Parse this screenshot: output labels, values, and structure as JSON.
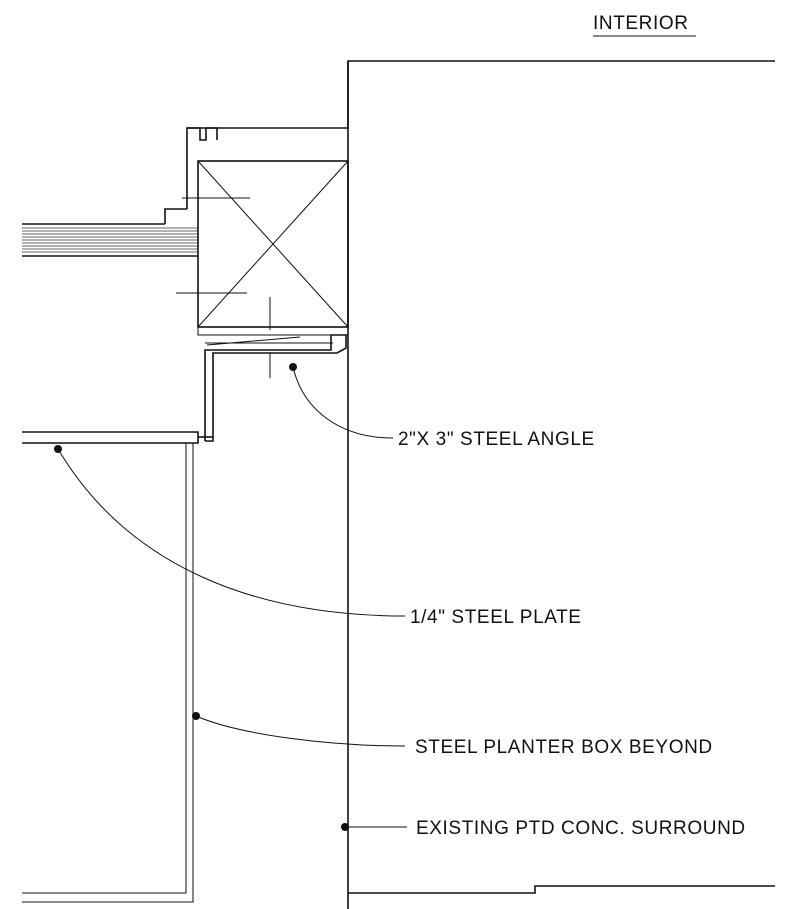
{
  "labels": {
    "interior": "INTERIOR",
    "steel_angle": "2\"X 3\" STEEL ANGLE",
    "steel_plate": "1/4\" STEEL PLATE",
    "planter_box": "STEEL PLANTER BOX BEYOND",
    "conc_surround": "EXISTING PTD CONC. SURROUND"
  }
}
